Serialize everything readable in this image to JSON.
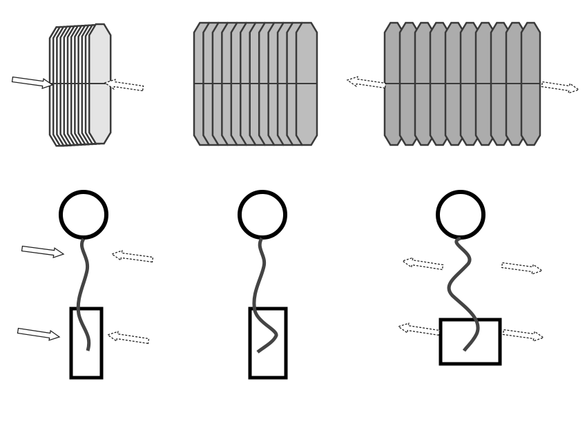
{
  "panels_top": [
    {
      "name": "compressed-stack",
      "plate_count": 12,
      "front_fill": "#e4e4e4",
      "plate_fill": "#ffffff"
    },
    {
      "name": "medium-stack",
      "plate_count": 12,
      "plate_fill": "#bdbdbd"
    },
    {
      "name": "extended-stack",
      "plate_count": 10,
      "plate_fill": "#acacac"
    }
  ],
  "colors": {
    "outline": "#3a3a3a",
    "strand": "#444444",
    "shape": "#000000"
  }
}
